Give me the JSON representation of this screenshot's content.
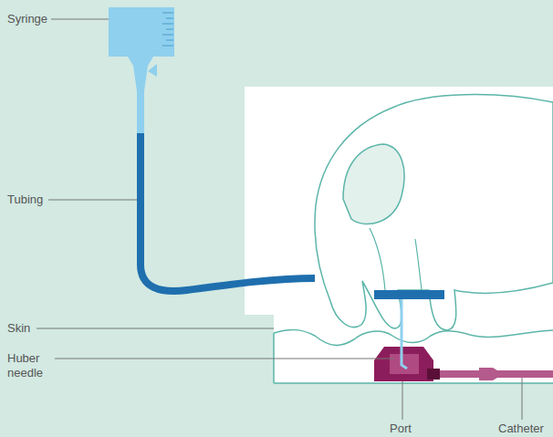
{
  "diagram": {
    "labels": [
      "Syringe",
      "Tubing",
      "Skin",
      "Huber needle",
      "Port",
      "Catheter"
    ]
  }
}
